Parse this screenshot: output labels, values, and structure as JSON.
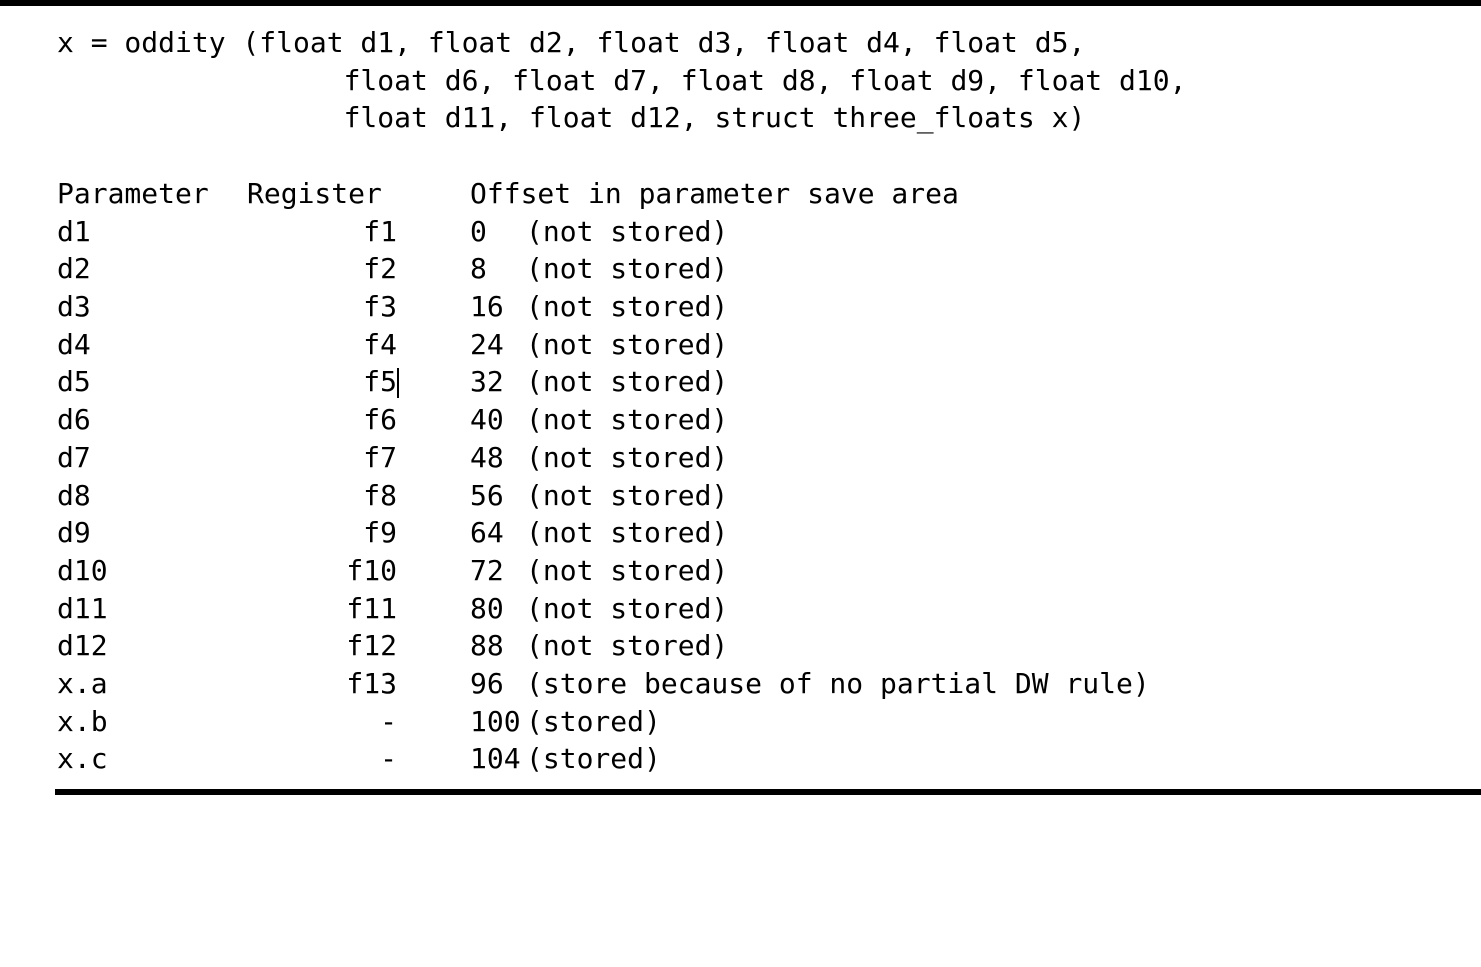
{
  "signature": {
    "lines": [
      "x = oddity (float d1, float d2, float d3, float d4, float d5,",
      "                 float d6, float d7, float d8, float d9, float d10,",
      "                 float d11, float d12, struct three_floats x)"
    ]
  },
  "table": {
    "headers": {
      "parameter": "Parameter",
      "register": "Register",
      "offset": "Offset in parameter save area"
    },
    "rows": [
      {
        "parameter": "d1",
        "register": "f1",
        "offset": "0",
        "note": "(not stored)"
      },
      {
        "parameter": "d2",
        "register": "f2",
        "offset": "8",
        "note": "(not stored)"
      },
      {
        "parameter": "d3",
        "register": "f3",
        "offset": "16",
        "note": "(not stored)"
      },
      {
        "parameter": "d4",
        "register": "f4",
        "offset": "24",
        "note": "(not stored)"
      },
      {
        "parameter": "d5",
        "register": "f5",
        "offset": "32",
        "note": "(not stored)"
      },
      {
        "parameter": "d6",
        "register": "f6",
        "offset": "40",
        "note": "(not stored)"
      },
      {
        "parameter": "d7",
        "register": "f7",
        "offset": "48",
        "note": "(not stored)"
      },
      {
        "parameter": "d8",
        "register": "f8",
        "offset": "56",
        "note": "(not stored)"
      },
      {
        "parameter": "d9",
        "register": "f9",
        "offset": "64",
        "note": "(not stored)"
      },
      {
        "parameter": "d10",
        "register": "f10",
        "offset": "72",
        "note": "(not stored)"
      },
      {
        "parameter": "d11",
        "register": "f11",
        "offset": "80",
        "note": "(not stored)"
      },
      {
        "parameter": "d12",
        "register": "f12",
        "offset": "88",
        "note": "(not stored)"
      },
      {
        "parameter": "x.a",
        "register": "f13",
        "offset": "96",
        "note": "(store because of no partial DW rule)"
      },
      {
        "parameter": "x.b",
        "register": "-",
        "offset": "100",
        "note": "(stored)"
      },
      {
        "parameter": "x.c",
        "register": "-",
        "offset": "104",
        "note": "(stored)"
      }
    ]
  },
  "caret": {
    "visible": true,
    "after_row_index": 4,
    "after_field": "register"
  },
  "colors": {
    "text": "#000000",
    "background": "#ffffff",
    "rule": "#000000"
  }
}
